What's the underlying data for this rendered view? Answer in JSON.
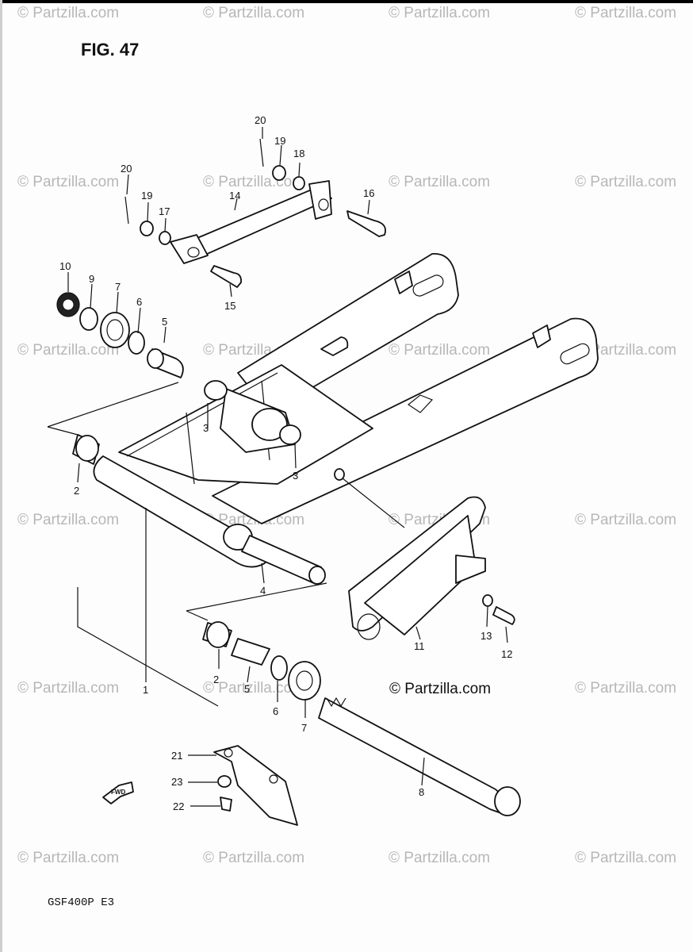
{
  "figure": {
    "title": "FIG. 47",
    "model": "GSF400P  E3",
    "copyright": "© Partzilla.com",
    "watermark": "© Partzilla.com"
  },
  "parts": [
    {
      "number": "1"
    },
    {
      "number": "2"
    },
    {
      "number": "2"
    },
    {
      "number": "3"
    },
    {
      "number": "3"
    },
    {
      "number": "4"
    },
    {
      "number": "5"
    },
    {
      "number": "5"
    },
    {
      "number": "6"
    },
    {
      "number": "6"
    },
    {
      "number": "7"
    },
    {
      "number": "7"
    },
    {
      "number": "8"
    },
    {
      "number": "9"
    },
    {
      "number": "10"
    },
    {
      "number": "11"
    },
    {
      "number": "12"
    },
    {
      "number": "13"
    },
    {
      "number": "14"
    },
    {
      "number": "15"
    },
    {
      "number": "16"
    },
    {
      "number": "17"
    },
    {
      "number": "18"
    },
    {
      "number": "19"
    },
    {
      "number": "19"
    },
    {
      "number": "20"
    },
    {
      "number": "20"
    },
    {
      "number": "21"
    },
    {
      "number": "22"
    },
    {
      "number": "23"
    }
  ],
  "icons": {
    "forward_arrow": "fwd-arrow-icon"
  },
  "colors": {
    "ink": "#111111",
    "watermark": "#b7b7b7",
    "paper": "#fdfdfd"
  }
}
